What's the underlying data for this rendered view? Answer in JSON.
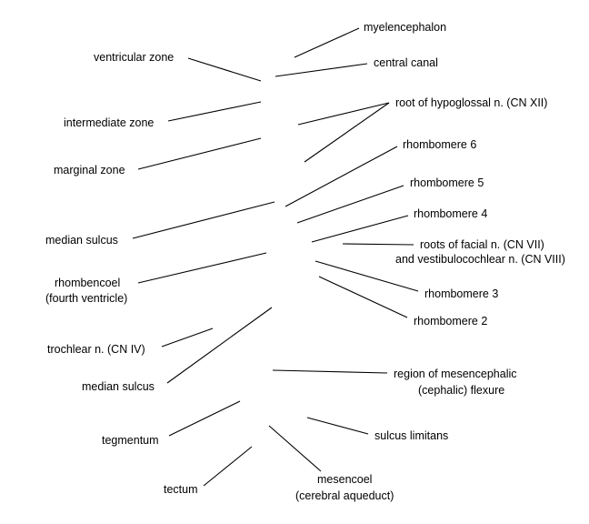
{
  "labels": {
    "myelencephalon": "myelencephalon",
    "ventricular_zone": "ventricular zone",
    "central_canal": "central canal",
    "root_hypoglossal": "root of hypoglossal n. (CN XII)",
    "intermediate_zone": "intermediate zone",
    "rhombomere_6": "rhombomere 6",
    "marginal_zone": "marginal zone",
    "rhombomere_5": "rhombomere 5",
    "rhombomere_4": "rhombomere 4",
    "median_sulcus_upper": "median sulcus",
    "roots_facial_line1": "roots of facial n. (CN VII)",
    "roots_facial_line2": "and vestibulocochlear n. (CN VIII)",
    "rhombencoel_line1": "rhombencoel",
    "rhombencoel_line2": "(fourth ventricle)",
    "rhombomere_3": "rhombomere 3",
    "rhombomere_2": "rhombomere 2",
    "trochlear": "trochlear n. (CN IV)",
    "mesencephalic_line1": "region of mesencephalic",
    "mesencephalic_line2": "(cephalic) flexure",
    "median_sulcus_lower": "median sulcus",
    "tegmentum": "tegmentum",
    "sulcus_limitans": "sulcus limitans",
    "tectum": "tectum",
    "mesencoel_line1": "mesencoel",
    "mesencoel_line2": "(cerebral aqueduct)"
  }
}
